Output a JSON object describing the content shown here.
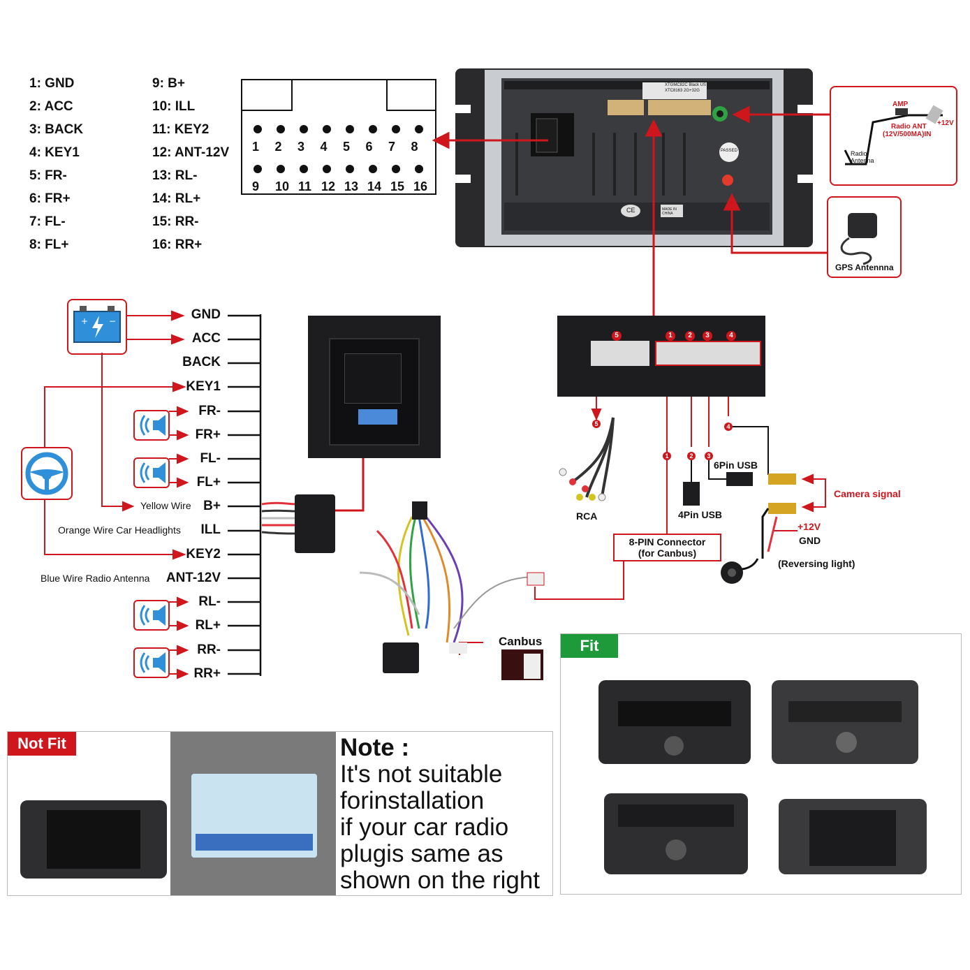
{
  "pinout": {
    "left": [
      "1:  GND",
      "2:  ACC",
      "3:  BACK",
      "4:  KEY1",
      "5:  FR-",
      "6:  FR+",
      "7:  FL-",
      "8:  FL+"
    ],
    "right": [
      "9:   B+",
      "10:  ILL",
      "11:  KEY2",
      "12:  ANT-12V",
      "13:  RL-",
      "14:  RL+",
      "15:  RR-",
      "16:  RR+"
    ]
  },
  "connector_numbers": {
    "top": [
      "1",
      "2",
      "3",
      "4",
      "5",
      "6",
      "7",
      "8"
    ],
    "bottom": [
      "9",
      "10",
      "11",
      "12",
      "13",
      "14",
      "15",
      "16"
    ]
  },
  "radio_unit": {
    "sticker_text": "XTGMC82C Black US",
    "sticker_text2": "XTC8163 2G+32G",
    "ce": "CE",
    "made_in": "MADE IN CHINA",
    "passed": "PASSED"
  },
  "antenna": {
    "amp": "AMP",
    "plus12": "+12V",
    "radio_ant": "Radio ANT",
    "radio_ant_spec": "(12V/500MA)IN",
    "radio_antenna": "Radio Antenna",
    "gps": "GPS Antennna"
  },
  "harness": {
    "wires": [
      "GND",
      "ACC",
      "BACK",
      "KEY1",
      "FR-",
      "FR+",
      "FL-",
      "FL+",
      "B+",
      "ILL",
      "KEY2",
      "ANT-12V",
      "RL-",
      "RL+",
      "RR-",
      "RR+"
    ],
    "yellow_wire": "Yellow Wire",
    "orange_wire": "Orange Wire Car Headlights",
    "blue_wire": "Blue Wire Radio Antenna"
  },
  "ports": {
    "numbers": [
      "5",
      "1",
      "2",
      "3",
      "4"
    ],
    "rca": "RCA",
    "pin8": "8-PIN Connector",
    "pin8_sub": "(for Canbus)",
    "usb4": "4Pin USB",
    "usb6": "6Pin USB",
    "camera_signal": "Camera signal",
    "plus12": "+12V",
    "gnd": "GND",
    "reversing": "(Reversing light)",
    "canbus": "Canbus"
  },
  "fit": {
    "label": "Fit"
  },
  "not_fit": {
    "label": "Not Fit",
    "note_title": "Note :",
    "note_lines": [
      "It's not suitable",
      "forinstallation",
      "if your car radio",
      "plugis same as",
      "shown on the right"
    ]
  },
  "colors": {
    "accent_red": "#d0161d",
    "fit_green": "#1e9a3a",
    "battery_blue": "#2f8fd8"
  }
}
